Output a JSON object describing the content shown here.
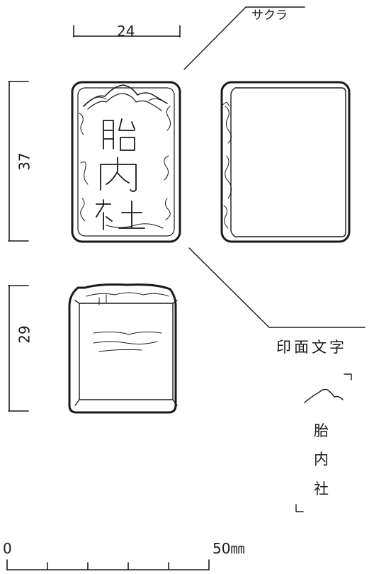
{
  "dimensions": {
    "width": "24",
    "height_top": "37",
    "height_bottom": "29"
  },
  "wood_type": "サクラ",
  "seal_face": {
    "label": "印面文字",
    "characters": [
      "胎",
      "内",
      "社"
    ]
  },
  "scale_bar": {
    "start": "0",
    "end": "50㎜",
    "length_mm": 50,
    "divisions": 5
  },
  "colors": {
    "ink": "#1a1a1a",
    "background": "#ffffff"
  }
}
